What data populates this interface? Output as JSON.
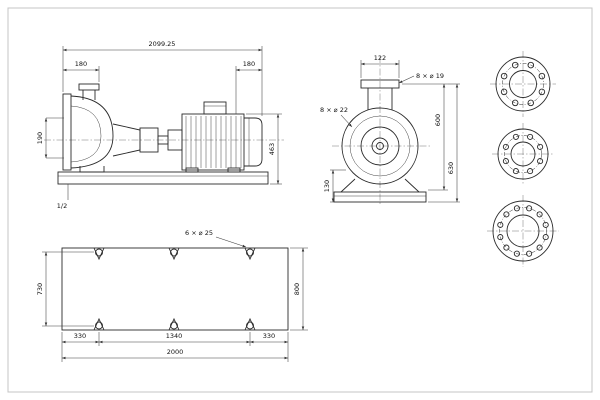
{
  "colors": {
    "line": "#2b2b2b",
    "dimension": "#3c3c3c",
    "background": "#ffffff"
  },
  "drawing": {
    "side_view": {
      "total_length": "2099.25",
      "overhang_left": "180",
      "overhang_right": "180",
      "suction_height": "190",
      "total_height": "463",
      "drain_size": "1/2"
    },
    "end_view": {
      "flange_width": "122",
      "discharge_bolt_spec": "8 × ⌀ 19",
      "suction_bolt_spec": "8 × ⌀ 22",
      "height_to_flange": "600",
      "overall_height": "630",
      "base_height": "130"
    },
    "plan_view": {
      "hole_spec": "6 × ⌀ 25",
      "width_bolt_pitch": "730",
      "width_overall": "800",
      "length_end_left": "330",
      "length_center": "1340",
      "length_end_right": "330",
      "length_overall": "2000"
    }
  }
}
